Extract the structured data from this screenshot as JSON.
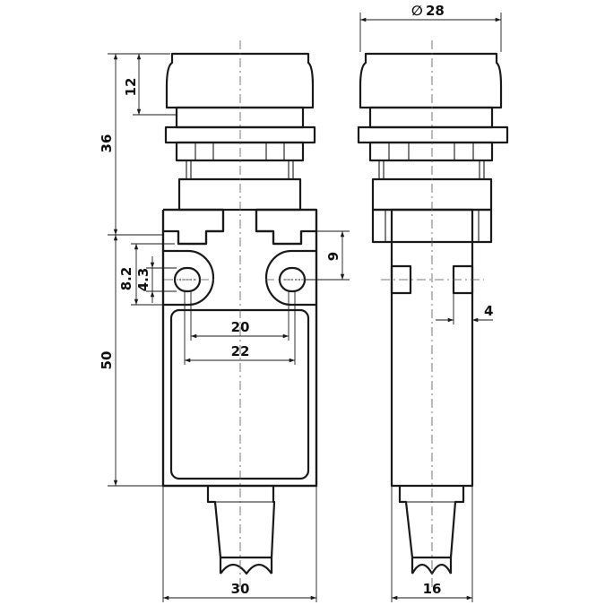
{
  "drawing": {
    "dimensions": {
      "diameter_symbol": "∅",
      "diameter": "28",
      "cap_height": "12",
      "upper_height": "36",
      "body_height": "50",
      "mount_offset": "9",
      "slot_pitch": "8.2",
      "slot_width": "4.3",
      "hole_spacing_inner": "20",
      "hole_spacing_outer": "22",
      "side_offset": "4",
      "body_width": "30",
      "body_depth": "16"
    }
  }
}
